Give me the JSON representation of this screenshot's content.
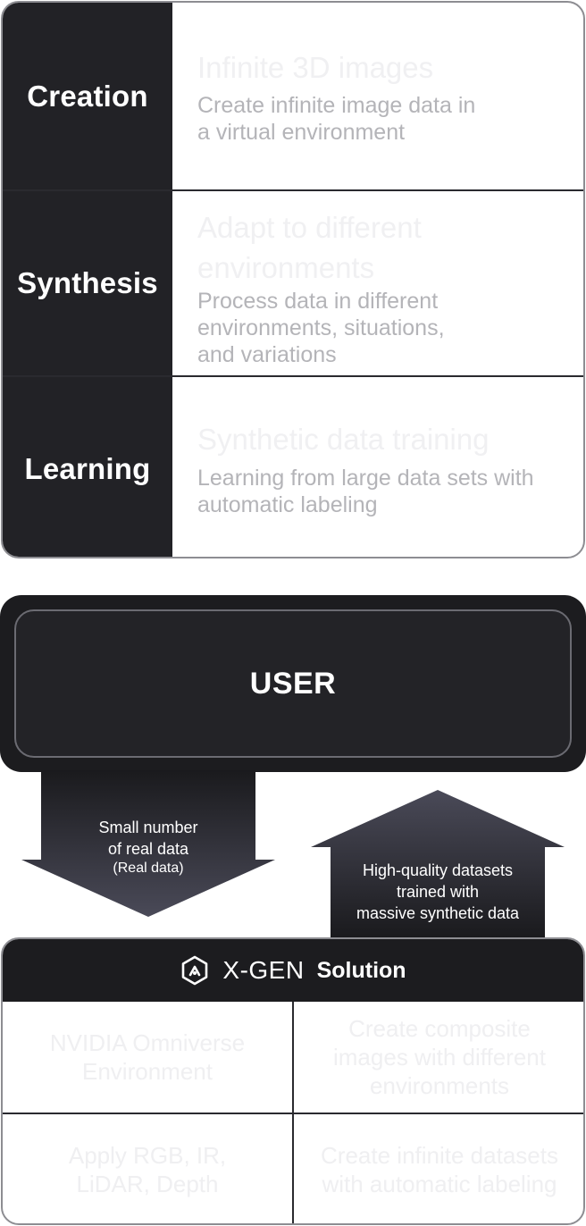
{
  "rows": [
    {
      "label": "Creation",
      "ghost": "Infinite 3D images",
      "desc": "Create infinite image data in\na virtual environment"
    },
    {
      "label": "Synthesis",
      "ghost": "Adapt to different\nenvironments",
      "desc": "Process data in different\nenvironments, situations,\nand variations"
    },
    {
      "label": "Learning",
      "ghost": "Synthetic data training",
      "desc": "Learning from large data sets with\nautomatic labeling"
    }
  ],
  "user": {
    "label": "USER"
  },
  "arrows": {
    "down": {
      "line1": "Small number\nof real data",
      "line2": "(Real data)"
    },
    "up": {
      "text": "High-quality datasets\ntrained with\nmassive synthetic data"
    }
  },
  "solution": {
    "brand": "X-GEN",
    "title": "Solution",
    "cells": [
      "NVIDIA Omniverse\nEnvironment",
      "Create composite\nimages with different\nenvironments",
      "Apply RGB, IR,\nLiDAR, Depth",
      "Create infinite datasets\nwith automatic labeling"
    ]
  },
  "colors": {
    "dark": "#222226",
    "arrow_top": "#1a1a1d",
    "arrow_bottom": "#4a4a58"
  },
  "icons": {
    "logo": "x-gen-hexagon-logo-icon"
  }
}
